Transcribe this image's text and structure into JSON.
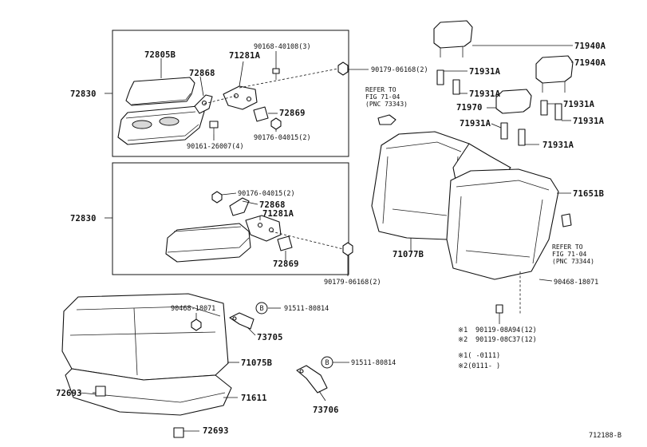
{
  "labels": {
    "p72805B": "72805B",
    "p72868a": "72868",
    "p71281Aa": "71281A",
    "p90168": "90168-40108(3)",
    "p90179a": "90179-06168(2)",
    "p72830a": "72830",
    "p72869a": "72869",
    "p90176a": "90176-04015(2)",
    "p90161": "90161-26007(4)",
    "p72830b": "72830",
    "p90176b": "90176-04015(2)",
    "p72868b": "72868",
    "p71281Ab": "71281A",
    "p72869b": "72869",
    "p90179b": "90179-06168(2)",
    "p71940Aa": "71940A",
    "p71940Ab": "71940A",
    "p71931Aa": "71931A",
    "p71931Ab": "71931A",
    "p71931Ac": "71931A",
    "p71931Ad": "71931A",
    "p71931Ae": "71931A",
    "p71931Af": "71931A",
    "p71970": "71970",
    "p71651B": "71651B",
    "p71077B": "71077B",
    "p90468a": "90468-18071",
    "p90468b": "90468-18071",
    "p91511a": "91511-80814",
    "p91511b": "91511-80814",
    "p73705": "73705",
    "p73706": "73706",
    "p71075B": "71075B",
    "p71611": "71611",
    "p72693a": "72693",
    "p72693b": "72693"
  },
  "refer_top": {
    "line1": "REFER TO",
    "line2": "FIG 71-04",
    "line3": "(PNC 73343)"
  },
  "refer_right": {
    "line1": "REFER TO",
    "line2": "FIG 71-04",
    "line3": "(PNC 73344)"
  },
  "notes": {
    "n1_mark": "※1",
    "n1_part": "90119-08A94(12)",
    "n2_mark": "※2",
    "n2_part": "90119-08C37(12)",
    "n3": "※1(     -0111)",
    "n4": "※2(0111-     )"
  },
  "circle_mark": "B",
  "diagram_id": "712188-B"
}
